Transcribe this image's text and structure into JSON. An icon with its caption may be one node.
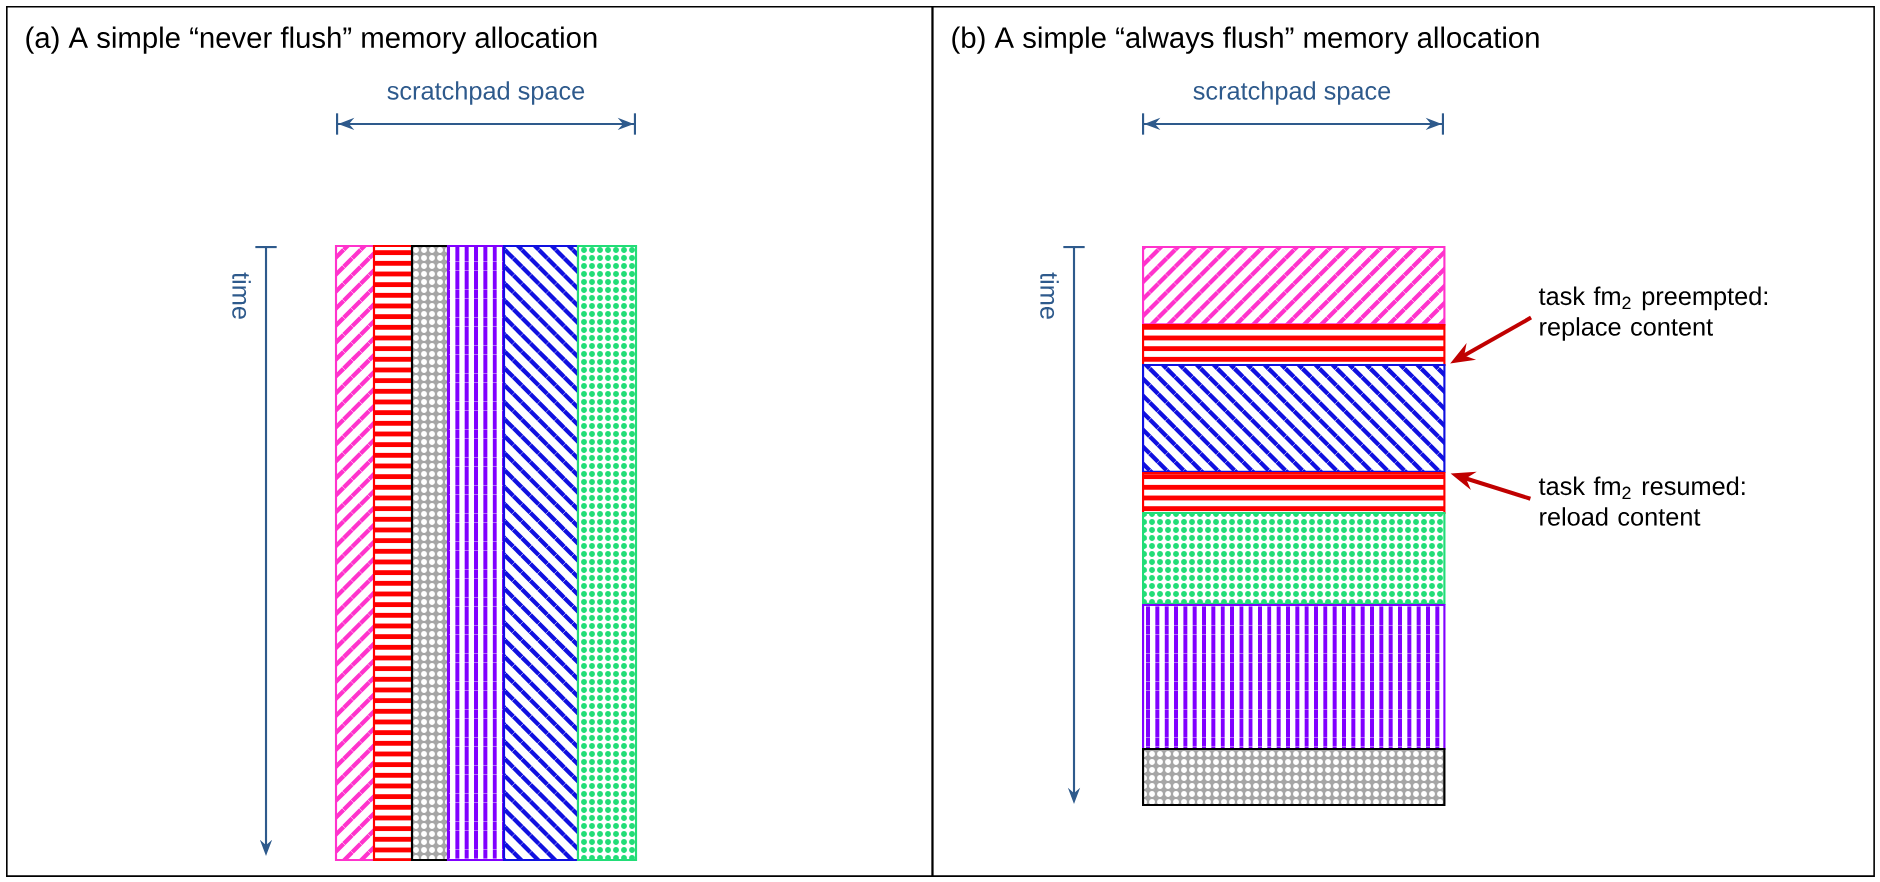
{
  "diagram": {
    "nodes": [
      {
        "text": [
          "(a) A simple “never flush” memory allocation"
        ]
      },
      {
        "text": [
          "(b) A simple “always flush” memory allocation"
        ]
      },
      {
        "text": [],
        "shape": "bar",
        "in": 1
      },
      {
        "text": [],
        "shape": "bar",
        "in": 1
      },
      {
        "text": [
          "task fm$_{2}$ preempted: replace content"
        ],
        "in": 1
      },
      {
        "text": [],
        "shape": "bar",
        "in": 1
      },
      {
        "text": [],
        "shape": "bar",
        "in": 1
      },
      {
        "text": [
          "task fm$_{2}$ resumed: reload content"
        ],
        "in": 1
      },
      {
        "text": [],
        "shape": "bar",
        "in": 1
      },
      {
        "text": [],
        "shape": "bar",
        "in": 1
      },
      {
        "text": [],
        "shape": "bar",
        "in": 1
      }
    ],
    "edges": [
      {
        "from": 4,
        "to": 3,
        "arrow": "to"
      },
      {
        "from": 7,
        "to": 6,
        "arrow": "to"
      }
    ],
    "labels": [
      "scratchpad space",
      "time",
      "scratchpad space",
      "time"
    ]
  }
}
